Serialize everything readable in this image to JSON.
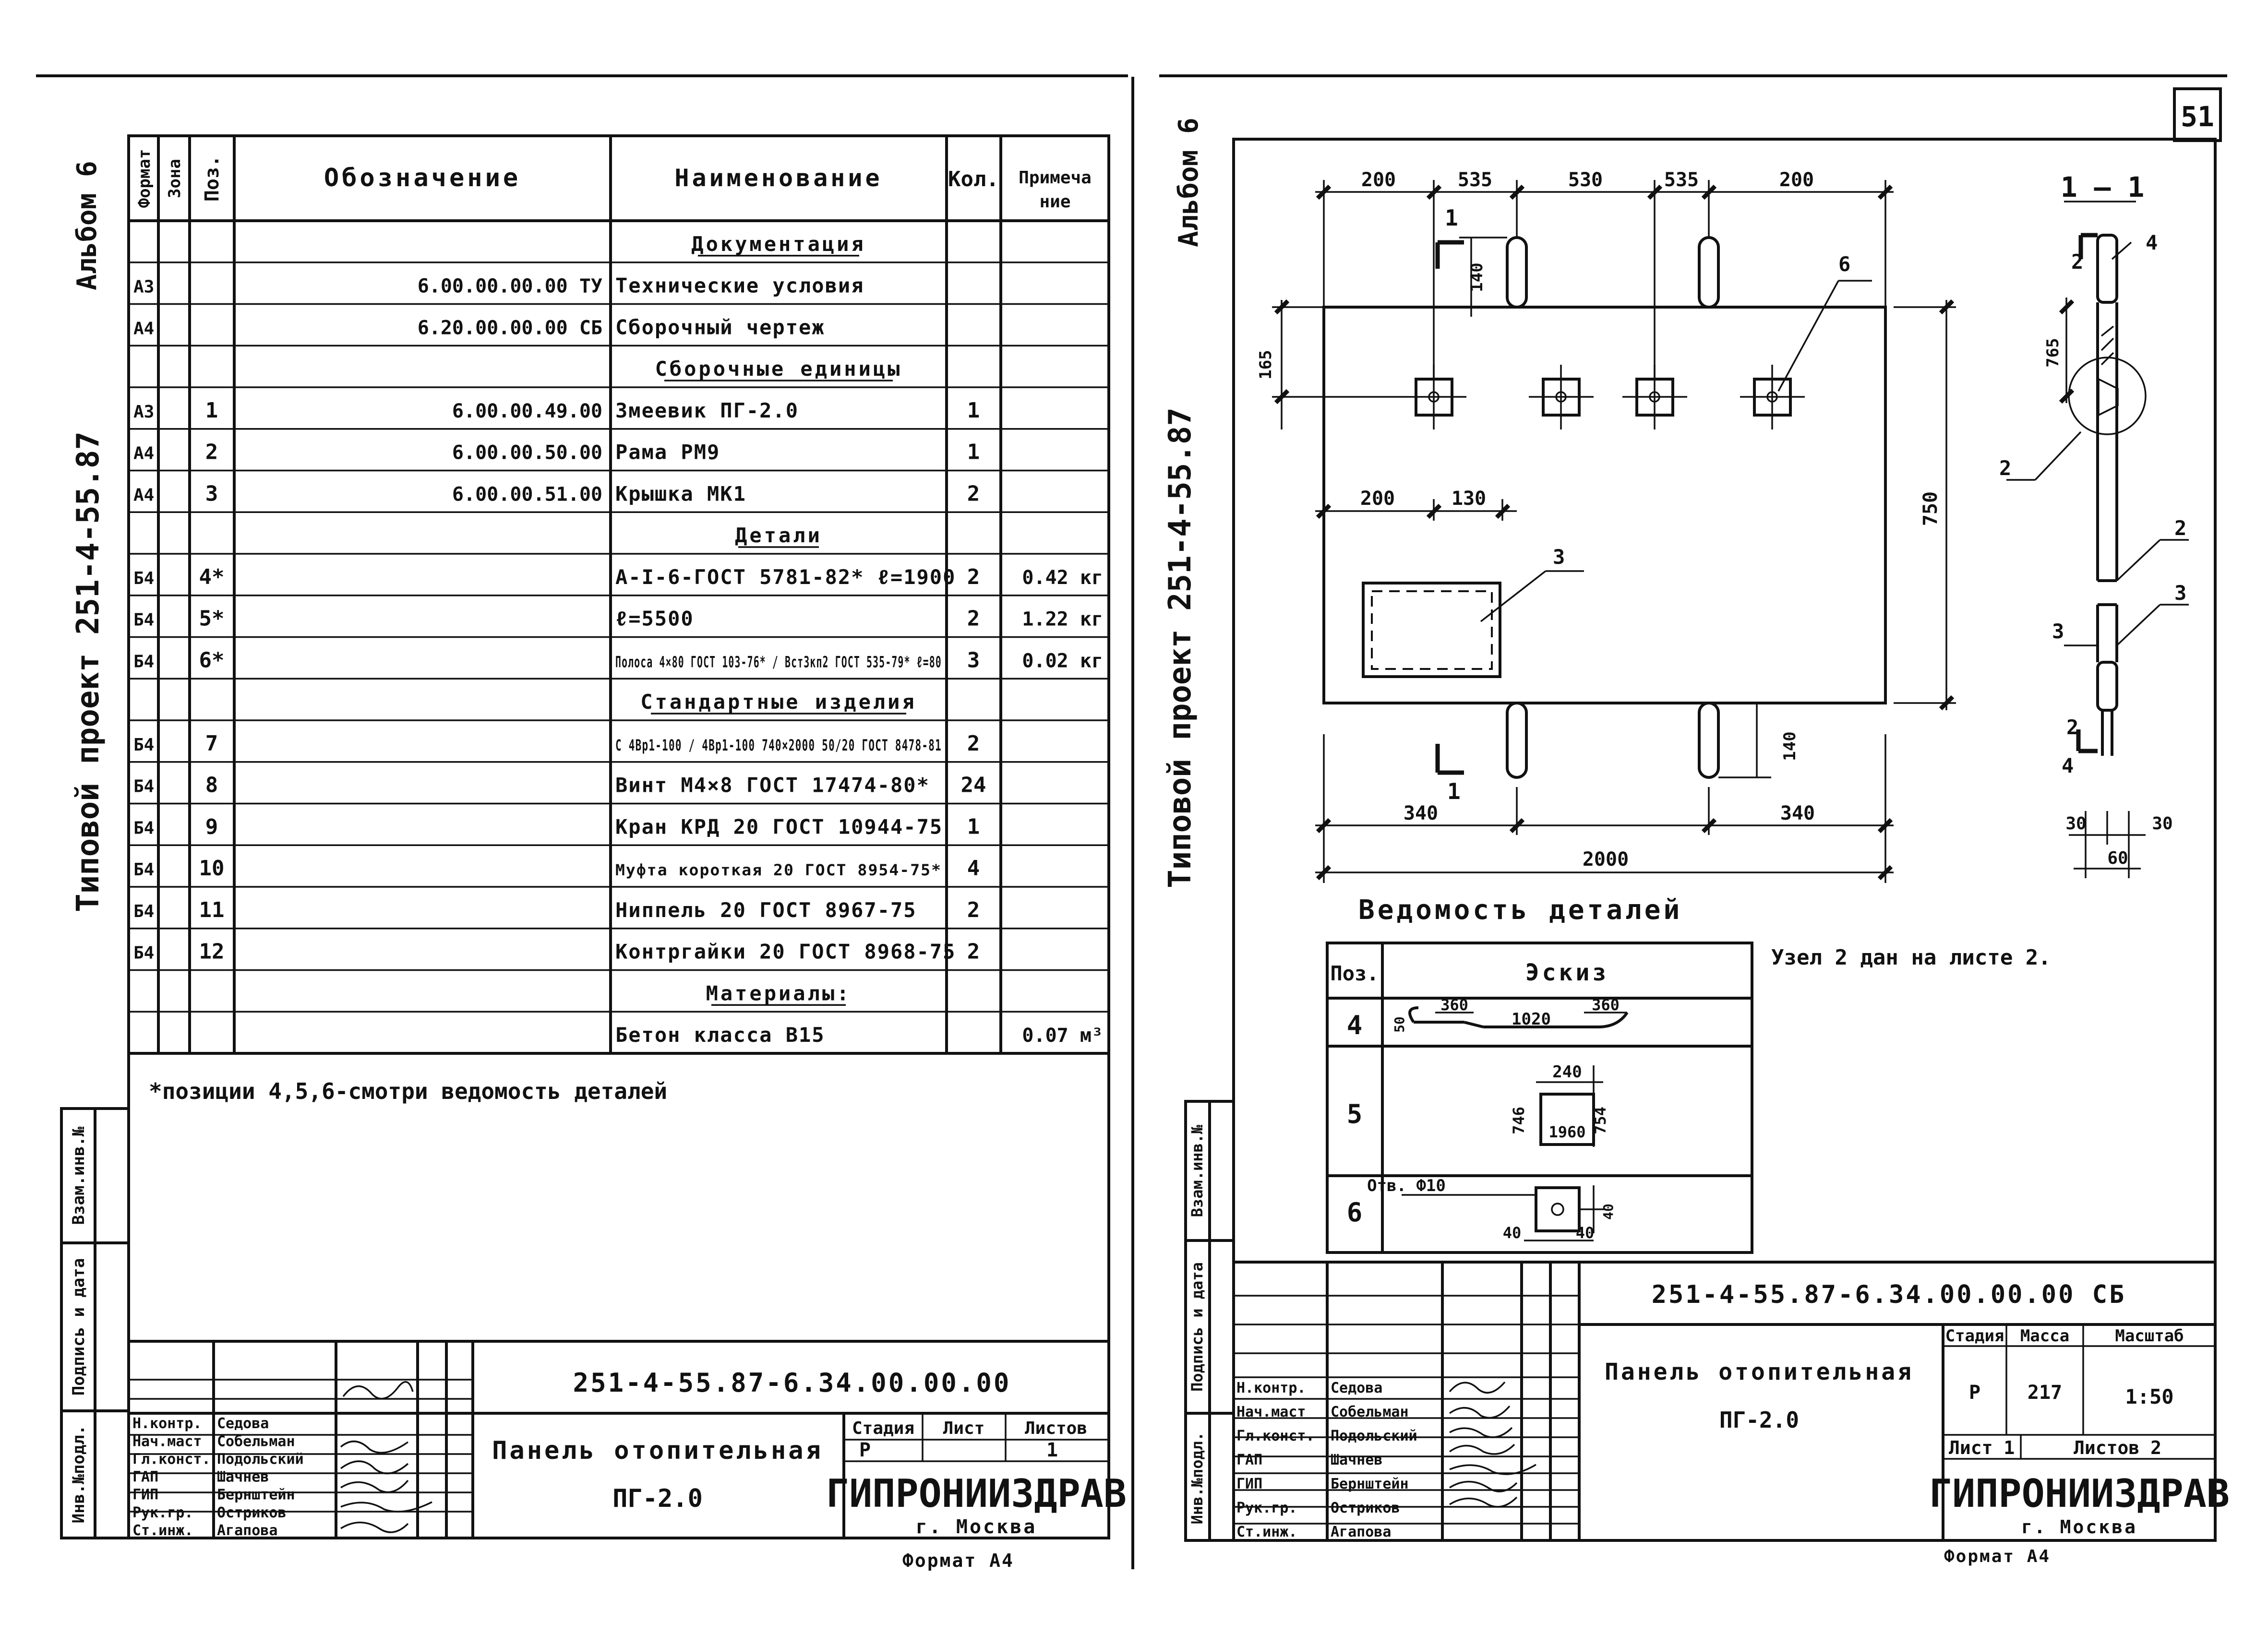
{
  "page_number": "51",
  "album": "Альбом 6",
  "project": "Типовой проект 251-4-55.87",
  "left": {
    "headers": {
      "format": "Формат",
      "zone": "Зона",
      "pos": "Поз.",
      "designation": "Обозначение",
      "name": "Наименование",
      "qty": "Кол.",
      "note_line1": "Примеча",
      "note_line2": "ние"
    },
    "rows": [
      {
        "format": "",
        "pos": "",
        "designation": "",
        "name": "Документация",
        "qty": "",
        "note": "",
        "section": true
      },
      {
        "format": "А3",
        "pos": "",
        "designation": "6.00.00.00.00 ТУ",
        "name": "Технические условия",
        "qty": "",
        "note": ""
      },
      {
        "format": "А4",
        "pos": "",
        "designation": "6.20.00.00.00 СБ",
        "name": "Сборочный чертеж",
        "qty": "",
        "note": ""
      },
      {
        "format": "",
        "pos": "",
        "designation": "",
        "name": "Сборочные единицы",
        "qty": "",
        "note": "",
        "section": true
      },
      {
        "format": "А3",
        "pos": "1",
        "designation": "6.00.00.49.00",
        "name": "Змеевик ПГ-2.0",
        "qty": "1",
        "note": ""
      },
      {
        "format": "А4",
        "pos": "2",
        "designation": "6.00.00.50.00",
        "name": "Рама РМ9",
        "qty": "1",
        "note": ""
      },
      {
        "format": "А4",
        "pos": "3",
        "designation": "6.00.00.51.00",
        "name": "Крышка МК1",
        "qty": "2",
        "note": ""
      },
      {
        "format": "",
        "pos": "",
        "designation": "",
        "name": "Детали",
        "qty": "",
        "note": "",
        "section": true
      },
      {
        "format": "Б4",
        "pos": "4*",
        "designation": "",
        "name": "A-I-6-ГОСТ 5781-82* ℓ=1900",
        "qty": "2",
        "note": "0.42 кг"
      },
      {
        "format": "Б4",
        "pos": "5*",
        "designation": "",
        "name": "ℓ=5500",
        "qty": "2",
        "note": "1.22 кг"
      },
      {
        "format": "Б4",
        "pos": "6*",
        "designation": "",
        "name": "Полоса 4×80 ГОСТ 103-76* / Вст3кп2 ГОСТ 535-79* ℓ=80",
        "qty": "3",
        "note": "0.02 кг"
      },
      {
        "format": "",
        "pos": "",
        "designation": "",
        "name": "Стандартные изделия",
        "qty": "",
        "note": "",
        "section": true
      },
      {
        "format": "Б4",
        "pos": "7",
        "designation": "",
        "name": "С 4Вр1-100 / 4Вр1-100 740×2000 50/20 ГОСТ 8478-81",
        "qty": "2",
        "note": ""
      },
      {
        "format": "Б4",
        "pos": "8",
        "designation": "",
        "name": "Винт М4×8 ГОСТ 17474-80*",
        "qty": "24",
        "note": ""
      },
      {
        "format": "Б4",
        "pos": "9",
        "designation": "",
        "name": "Кран КРД 20 ГОСТ 10944-75",
        "qty": "1",
        "note": ""
      },
      {
        "format": "Б4",
        "pos": "10",
        "designation": "",
        "name": "Муфта короткая 20 ГОСТ 8954-75*",
        "qty": "4",
        "note": ""
      },
      {
        "format": "Б4",
        "pos": "11",
        "designation": "",
        "name": "Ниппель 20 ГОСТ 8967-75",
        "qty": "2",
        "note": ""
      },
      {
        "format": "Б4",
        "pos": "12",
        "designation": "",
        "name": "Контргайки 20 ГОСТ 8968-75",
        "qty": "2",
        "note": ""
      },
      {
        "format": "",
        "pos": "",
        "designation": "",
        "name": "Материалы:",
        "qty": "",
        "note": "",
        "section": true
      },
      {
        "format": "",
        "pos": "",
        "designation": "",
        "name": "Бетон класса В15",
        "qty": "",
        "note": "0.07 м³"
      }
    ],
    "footnote": "*позиции 4,5,6-смотри ведомость деталей",
    "title_block": {
      "code": "251-4-55.87-6.34.00.00.00",
      "title_line1": "Панель отопительная",
      "title_line2": "ПГ-2.0",
      "stage_label": "Стадия",
      "sheet_label": "Лист",
      "sheets_label": "Листов",
      "stage": "Р",
      "sheets": "1",
      "org": "ГИПРОНИИЗДРАВ",
      "city": "г. Москва",
      "format": "Формат А4",
      "people": [
        {
          "role": "Н.контр.",
          "name": "Седова"
        },
        {
          "role": "Нач.маст",
          "name": "Собельман"
        },
        {
          "role": "Гл.конст.",
          "name": "Подольский"
        },
        {
          "role": "ГАП",
          "name": "Шачнев"
        },
        {
          "role": "ГИП",
          "name": "Бернштейн"
        },
        {
          "role": "Рук.гр.",
          "name": "Остриков"
        },
        {
          "role": "Ст.инж.",
          "name": "Агапова"
        }
      ]
    },
    "side_stamp": [
      "Инв.№подл.",
      "Подпись и дата",
      "Взам.инв.№"
    ]
  },
  "right": {
    "top_dims": [
      "200",
      "535",
      "530",
      "535",
      "200"
    ],
    "dims": {
      "d140_top": "140",
      "d165": "165",
      "d750": "750",
      "d200": "200",
      "d130": "130",
      "d140_bot": "140",
      "d340_left": "340",
      "d340_right": "340",
      "d2000": "2000",
      "d765": "765",
      "d30a": "30",
      "d30b": "30",
      "d60": "60"
    },
    "callouts": {
      "c6": "6",
      "c3": "3",
      "c1_top": "1",
      "c1_bot": "1",
      "sect_title": "1 — 1",
      "s4a": "4",
      "s2a": "2",
      "s2b": "2",
      "s2c": "2",
      "s3a": "3",
      "s3b": "3",
      "s2d": "2",
      "s4b": "4"
    },
    "details_title": "Ведомость деталей",
    "details_headers": {
      "pos": "Поз.",
      "sketch": "Эскиз"
    },
    "details": [
      {
        "pos": "4",
        "d1": "50",
        "d2": "360",
        "d3": "1020",
        "d4": "360"
      },
      {
        "pos": "5",
        "d1": "240",
        "d2": "746",
        "d3": "754",
        "d4": "1960"
      },
      {
        "pos": "6",
        "d1": "Отв. Ф10",
        "d2": "40",
        "d3": "40",
        "d4": "40"
      }
    ],
    "node_note": "Узел 2 дан на листе 2.",
    "title_block": {
      "code": "251-4-55.87-6.34.00.00.00 СБ",
      "title_line1": "Панель отопительная",
      "title_line2": "ПГ-2.0",
      "stage_label": "Стадия",
      "mass_label": "Масса",
      "scale_label": "Масштаб",
      "stage": "Р",
      "mass": "217",
      "scale": "1:50",
      "sheet": "Лист 1",
      "sheets": "Листов 2",
      "org": "ГИПРОНИИЗДРАВ",
      "city": "г. Москва",
      "format": "Формат А4",
      "people": [
        {
          "role": "Н.контр.",
          "name": "Седова"
        },
        {
          "role": "Нач.маст",
          "name": "Собельман"
        },
        {
          "role": "Гл.конст.",
          "name": "Подольский"
        },
        {
          "role": "ГАП",
          "name": "Шачнев"
        },
        {
          "role": "ГИП",
          "name": "Бернштейн"
        },
        {
          "role": "Рук.гр.",
          "name": "Остриков"
        },
        {
          "role": "Ст.инж.",
          "name": "Агапова"
        }
      ]
    },
    "side_stamp": [
      "Инв.№подл.",
      "Подпись и дата",
      "Взам.инв.№"
    ]
  }
}
